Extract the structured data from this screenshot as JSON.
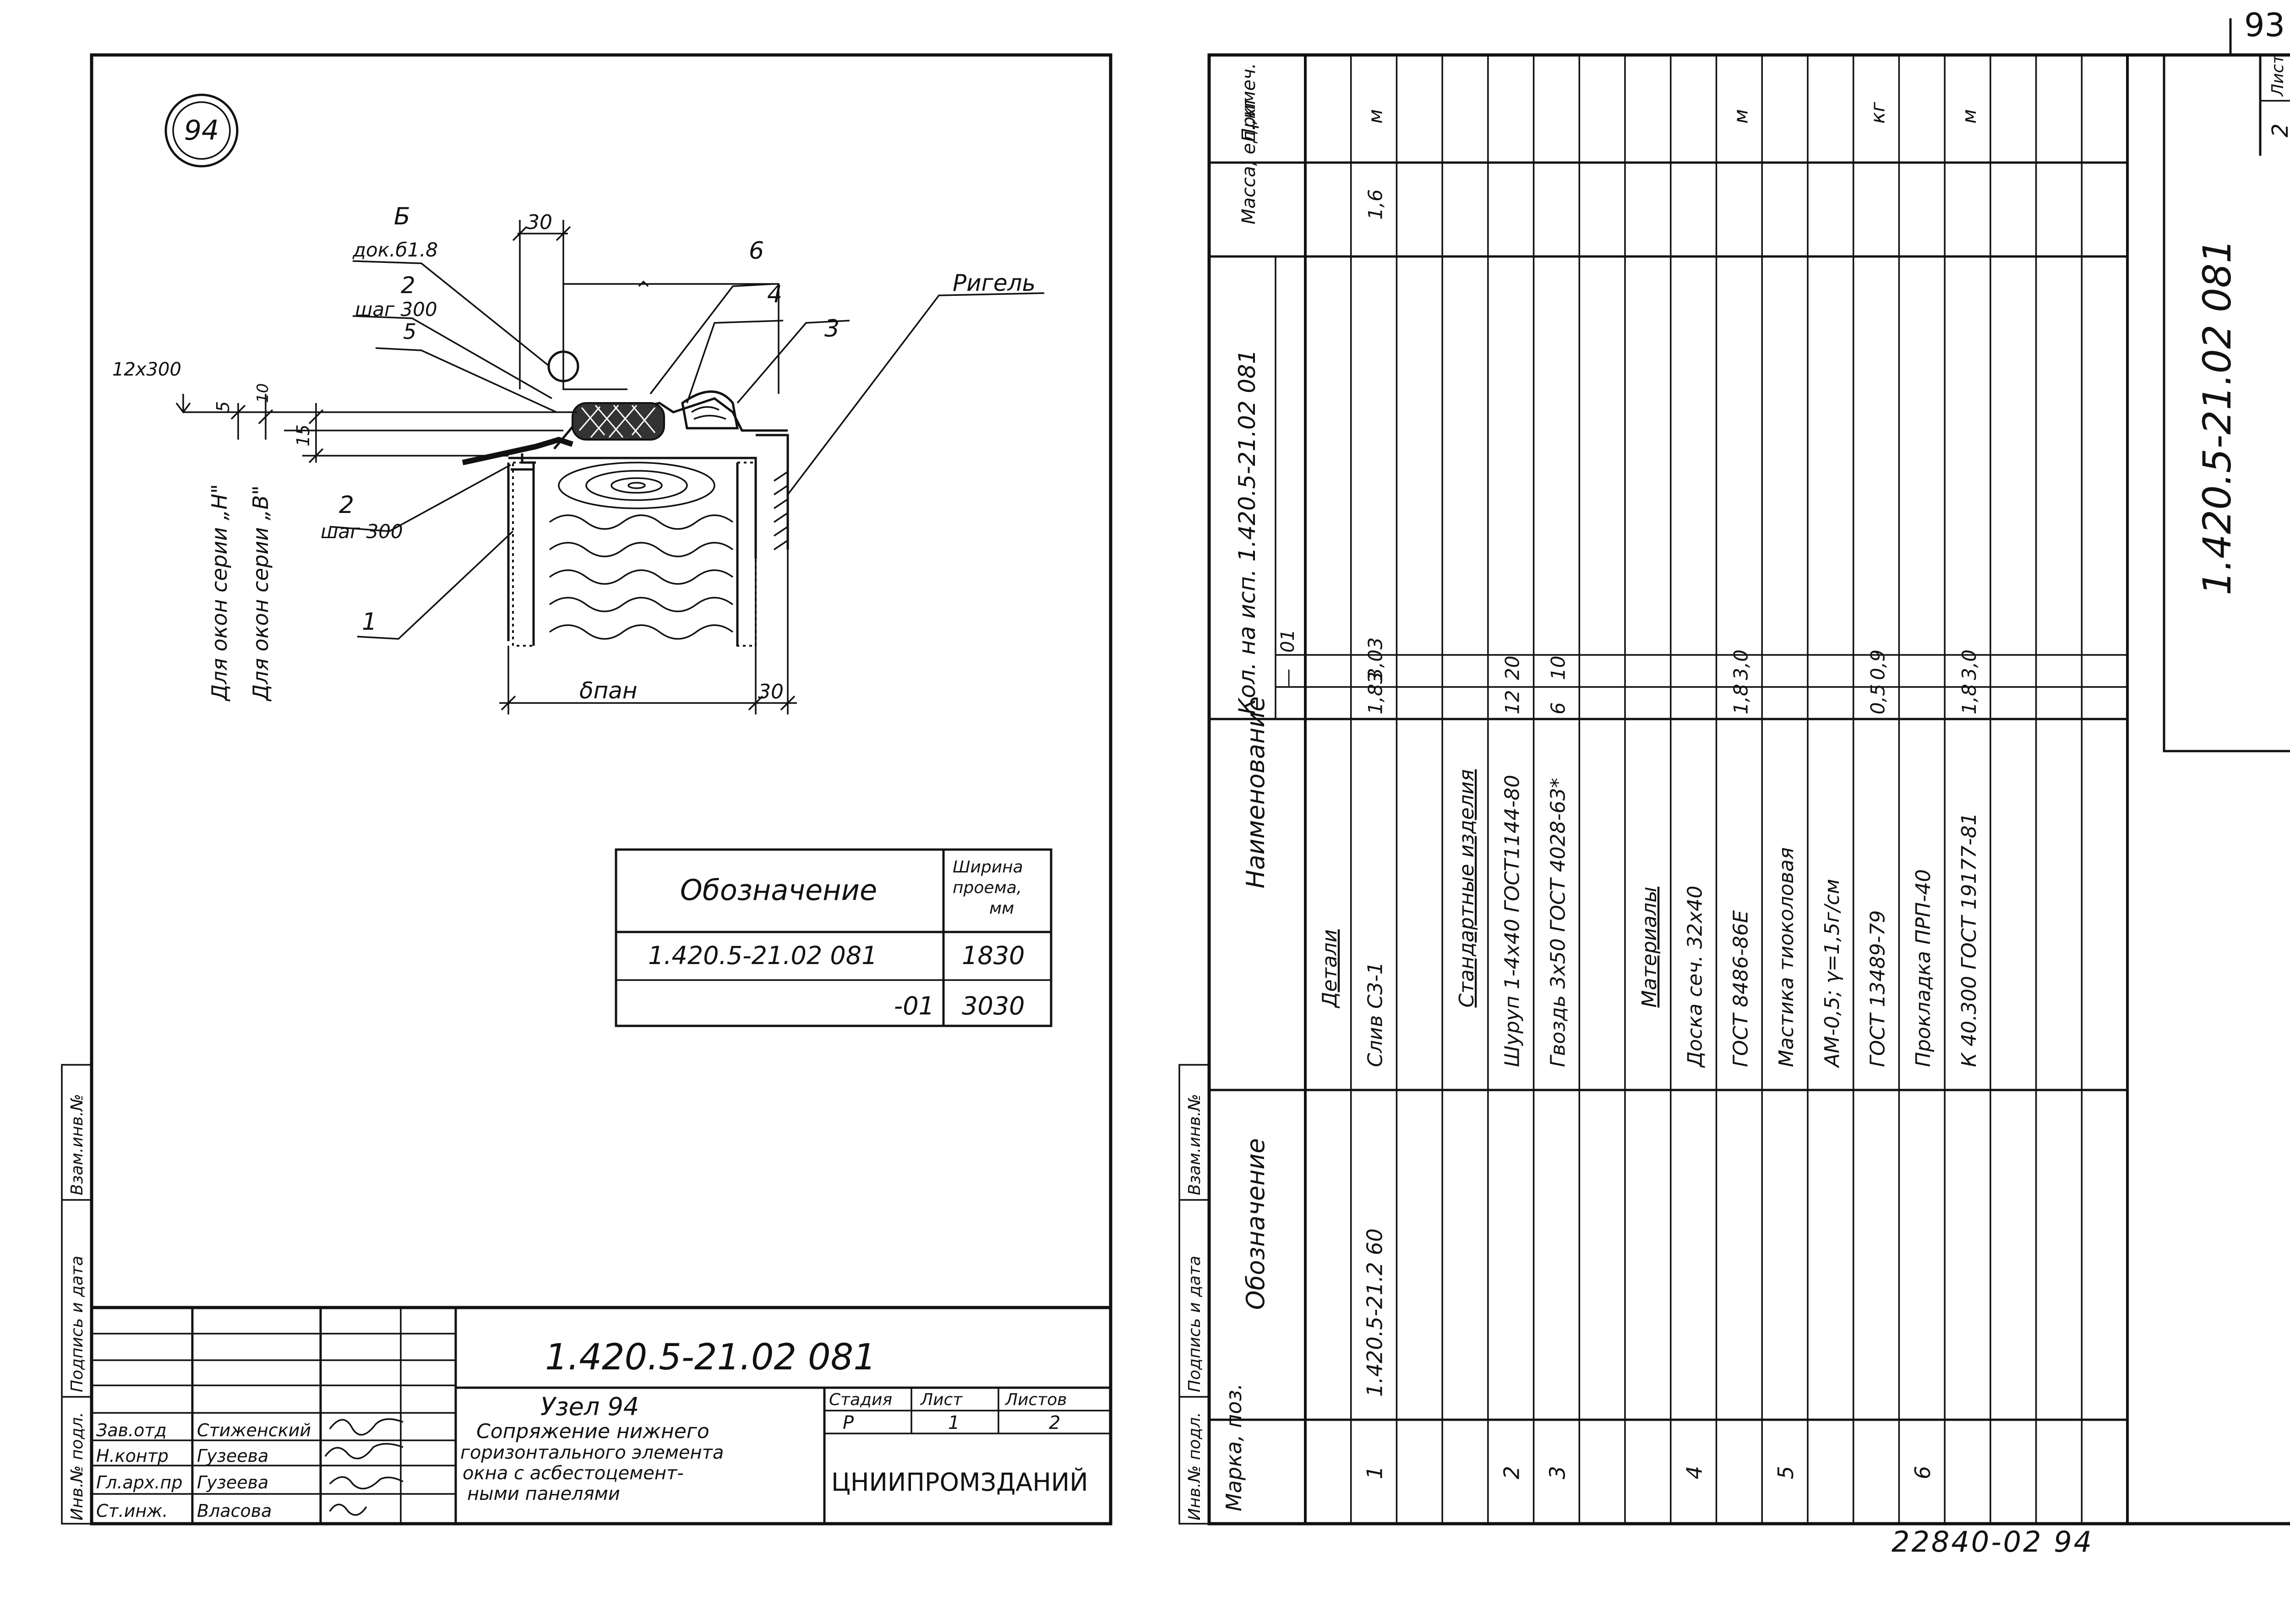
{
  "page_number": "93",
  "stamp": "22840-02 94",
  "left_sheet": {
    "node_badge": "94",
    "drawing_labels": {
      "lbl_6": "6",
      "lbl_4": "4",
      "lbl_3": "3",
      "lbl_rigel": "Ригель",
      "lbl_b": "Б",
      "lbl_dok": "док.б1.8",
      "lbl_2a": "2",
      "lbl_shag_a": "шаг 300",
      "lbl_5": "5",
      "lbl_2b": "2",
      "lbl_shag_b": "шаг 300",
      "lbl_1": "1",
      "dim_30_top": "30",
      "dim_12x300": "12х300",
      "dim_5": "5",
      "dim_10": "10",
      "dim_15": "15",
      "dim_b_pan": "δпан",
      "dim_30_bottom": "30",
      "side_note_h": "Для окон серии „Н\"",
      "side_note_v": "Для окон серии „В\""
    },
    "table": {
      "header_designation": "Обозначение",
      "header_width": "Ширина проема, мм",
      "rows": [
        {
          "designation": "1.420.5-21.02 081",
          "width": "1830"
        },
        {
          "designation": "-01",
          "width": "3030"
        }
      ]
    },
    "side_strip": {
      "inv_orig": "Инв.№ подл.",
      "sign_date": "Подпись и дата",
      "inv_repl": "Взам.инв.№"
    },
    "title_block": {
      "doc_code": "1.420.5-21.02 081",
      "title": "Узел 94 Сопряжение нижнего горизонтального элемента окна с асбестоцемент-ными панелями",
      "title_lines": [
        "Узел 94",
        "Сопряжение нижнего",
        "горизонтального элемента",
        "окна с асбестоцемент-",
        "ными панелями"
      ],
      "stage_label": "Стадия",
      "sheet_label": "Лист",
      "sheets_label": "Листов",
      "stage": "Р",
      "sheet": "1",
      "sheets": "2",
      "org": "ЦНИИПРОМЗДАНИЙ",
      "signatures": [
        {
          "role": "Зав.отд",
          "name": "Стиженский"
        },
        {
          "role": "Н.контр",
          "name": "Гузеева"
        },
        {
          "role": "Гл.арх.пр",
          "name": "Гузеева"
        },
        {
          "role": "Ст.инж.",
          "name": "Власова"
        }
      ]
    }
  },
  "right_sheet": {
    "doc_code": "1.420.5-21.02 081",
    "sheet_label": "Лист",
    "sheet_num": "2",
    "side_strip": {
      "inv_orig": "Инв.№ подл.",
      "sign_date": "Подпись и дата",
      "inv_repl": "Взам.инв.№"
    },
    "headers": {
      "pos": "Марка, поз.",
      "designation": "Обозначение",
      "name": "Наименование",
      "qty": "Кол. на исп. 1.420.5-21.02 081",
      "qty_dash": "—",
      "qty_01": "01",
      "mass": "Масса, ед.,кг",
      "note": "Примеч."
    },
    "rows": [
      {
        "pos": "",
        "designation": "",
        "name": "Детали",
        "q1": "",
        "q2": "",
        "mass": "",
        "note": "",
        "heading": true
      },
      {
        "pos": "1",
        "designation": "1.420.5-21.2 60",
        "name": "Слив С3-1",
        "q1": "1,83",
        "q2": "3,03",
        "mass": "1,6",
        "note": "м"
      },
      {
        "pos": "",
        "designation": "",
        "name": "",
        "q1": "",
        "q2": "",
        "mass": "",
        "note": ""
      },
      {
        "pos": "",
        "designation": "",
        "name": "Стандартные изделия",
        "q1": "",
        "q2": "",
        "mass": "",
        "note": "",
        "heading": true
      },
      {
        "pos": "2",
        "designation": "",
        "name": "Шуруп 1-4х40 ГОСТ1144-80",
        "q1": "12",
        "q2": "20",
        "mass": "",
        "note": ""
      },
      {
        "pos": "3",
        "designation": "",
        "name": "Гвоздь 3х50 ГОСТ 4028-63*",
        "q1": "6",
        "q2": "10",
        "mass": "",
        "note": ""
      },
      {
        "pos": "",
        "designation": "",
        "name": "",
        "q1": "",
        "q2": "",
        "mass": "",
        "note": ""
      },
      {
        "pos": "",
        "designation": "",
        "name": "Материалы",
        "q1": "",
        "q2": "",
        "mass": "",
        "note": "",
        "heading": true
      },
      {
        "pos": "4",
        "designation": "",
        "name": "Доска сеч. 32х40",
        "q1": "",
        "q2": "",
        "mass": "",
        "note": ""
      },
      {
        "pos": "",
        "designation": "",
        "name": "ГОСТ 8486-86Е",
        "q1": "1,8",
        "q2": "3,0",
        "mass": "",
        "note": "м"
      },
      {
        "pos": "5",
        "designation": "",
        "name": "Мастика тиоколовая",
        "q1": "",
        "q2": "",
        "mass": "",
        "note": ""
      },
      {
        "pos": "",
        "designation": "",
        "name": "АМ-0,5; γ=1,5г/см",
        "q1": "",
        "q2": "",
        "mass": "",
        "note": ""
      },
      {
        "pos": "",
        "designation": "",
        "name": "ГОСТ 13489-79",
        "q1": "0,5",
        "q2": "0,9",
        "mass": "",
        "note": "кг"
      },
      {
        "pos": "6",
        "designation": "",
        "name": "Прокладка ПРП-40",
        "q1": "",
        "q2": "",
        "mass": "",
        "note": ""
      },
      {
        "pos": "",
        "designation": "",
        "name": "К 40.300 ГОСТ 19177-81",
        "q1": "1,8",
        "q2": "3,0",
        "mass": "",
        "note": "м"
      },
      {
        "pos": "",
        "designation": "",
        "name": "",
        "q1": "",
        "q2": "",
        "mass": "",
        "note": ""
      },
      {
        "pos": "",
        "designation": "",
        "name": "",
        "q1": "",
        "q2": "",
        "mass": "",
        "note": ""
      },
      {
        "pos": "",
        "designation": "",
        "name": "",
        "q1": "",
        "q2": "",
        "mass": "",
        "note": ""
      }
    ]
  }
}
